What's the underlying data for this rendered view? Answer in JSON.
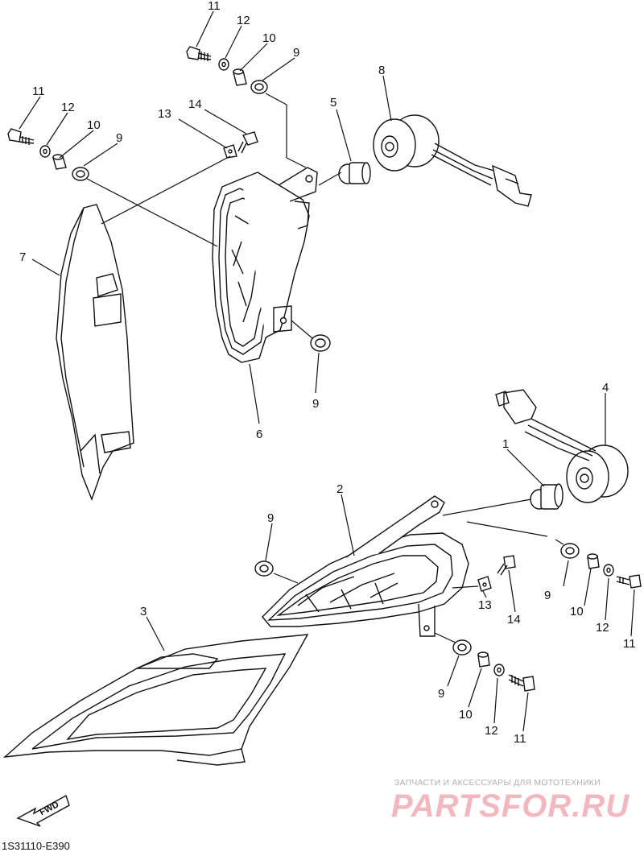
{
  "diagram": {
    "callouts": [
      {
        "id": "c11a",
        "text": "11"
      },
      {
        "id": "c12a",
        "text": "12"
      },
      {
        "id": "c10a",
        "text": "10"
      },
      {
        "id": "c9a",
        "text": "9"
      },
      {
        "id": "c8",
        "text": "8"
      },
      {
        "id": "c11b",
        "text": "11"
      },
      {
        "id": "c12b",
        "text": "12"
      },
      {
        "id": "c10b",
        "text": "10"
      },
      {
        "id": "c9b",
        "text": "9"
      },
      {
        "id": "c13a",
        "text": "13"
      },
      {
        "id": "c14a",
        "text": "14"
      },
      {
        "id": "c5",
        "text": "5"
      },
      {
        "id": "c7",
        "text": "7"
      },
      {
        "id": "c9c",
        "text": "9"
      },
      {
        "id": "c6",
        "text": "6"
      },
      {
        "id": "c4",
        "text": "4"
      },
      {
        "id": "c1",
        "text": "1"
      },
      {
        "id": "c2",
        "text": "2"
      },
      {
        "id": "c9d",
        "text": "9"
      },
      {
        "id": "c3",
        "text": "3"
      },
      {
        "id": "c9e",
        "text": "9"
      },
      {
        "id": "c10c",
        "text": "10"
      },
      {
        "id": "c12c",
        "text": "12"
      },
      {
        "id": "c11c",
        "text": "11"
      },
      {
        "id": "c13b",
        "text": "13"
      },
      {
        "id": "c14b",
        "text": "14"
      },
      {
        "id": "c9f",
        "text": "9"
      },
      {
        "id": "c10d",
        "text": "10"
      },
      {
        "id": "c12d",
        "text": "12"
      },
      {
        "id": "c11d",
        "text": "11"
      }
    ],
    "fwd_label": "FWD",
    "drawing_code": "1S31110-E390"
  },
  "watermark": {
    "tagline": "ЗАПЧАСТИ И АКСЕССУАРЫ ДЛЯ МОТОТЕХНИКИ",
    "brand": "PARTSFOR.RU",
    "brand_color": "#f2b8c0"
  }
}
